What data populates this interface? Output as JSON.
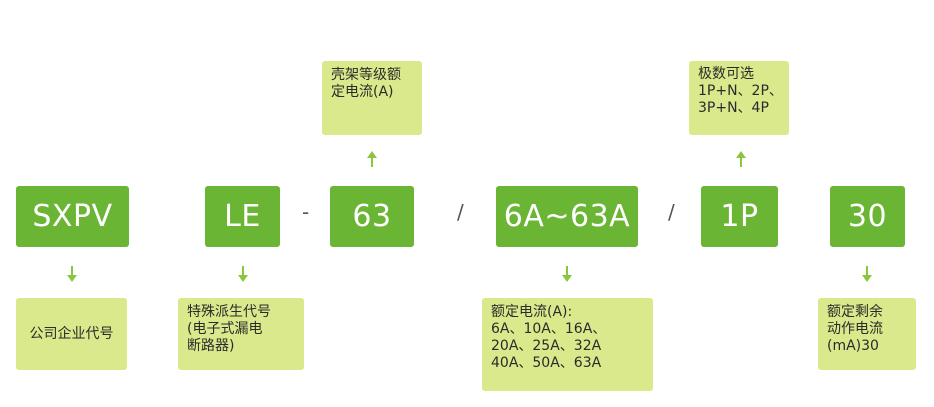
{
  "codes": {
    "series": "SXPV",
    "type": "LE",
    "frame": "63",
    "range": "6A~63A",
    "poles": "1P",
    "residual": "30"
  },
  "separators": [
    "-",
    "/",
    "/"
  ],
  "notes": {
    "series": [
      "公司企业代号"
    ],
    "type": [
      "特殊派生代号",
      "(电子式漏电",
      "断路器)"
    ],
    "frame": [
      "壳架等级额",
      "定电流(A)"
    ],
    "range": [
      "额定电流(A):",
      "6A、10A、16A、",
      "20A、25A、32A",
      "40A、50A、63A"
    ],
    "poles": [
      "极数可选",
      "1P+N、2P、",
      "3P+N、4P"
    ],
    "residual": [
      "额定剩余",
      "动作电流",
      "(mA)30"
    ]
  },
  "colors": {
    "code_box": "#6bb535",
    "note_box": "#d9e98b",
    "arrow": "#8cc63f"
  }
}
